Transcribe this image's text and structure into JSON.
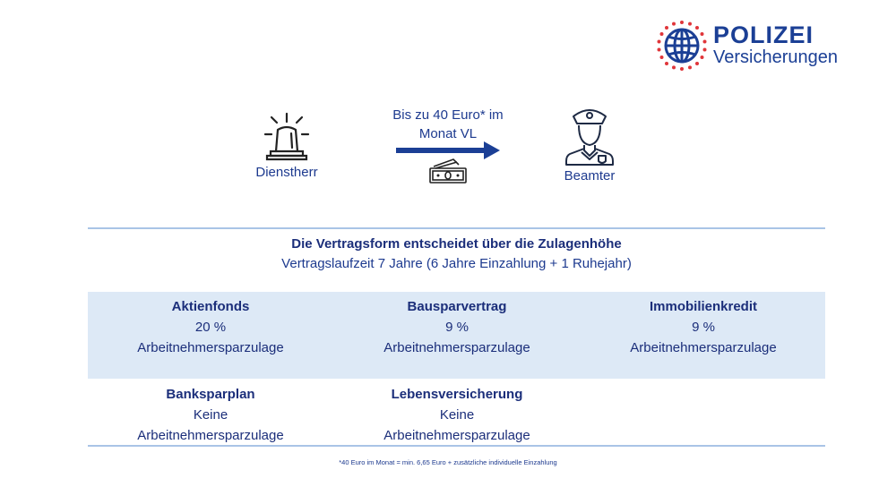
{
  "logo": {
    "title": "POLIZEI",
    "subtitle": "Versicherungen",
    "colors": {
      "primary": "#1b3f95",
      "dots": "#e0363a"
    }
  },
  "flow": {
    "source": {
      "label": "Dienstherr",
      "icon": "siren-light-icon"
    },
    "arrow_text_line1": "Bis zu 40 Euro* im",
    "arrow_text_line2": "Monat VL",
    "money_icon": "banknote-icon",
    "target": {
      "label": "Beamter",
      "icon": "police-officer-icon"
    }
  },
  "heading": {
    "title": "Die Vertragsform entscheidet über die Zulagenhöhe",
    "subtitle": "Vertragslaufzeit 7 Jahre (6 Jahre Einzahlung + 1 Ruhejahr)"
  },
  "contract_types": [
    {
      "name": "Aktienfonds",
      "value": "20 %",
      "desc": "Arbeitnehmersparzulage"
    },
    {
      "name": "Bausparvertrag",
      "value": "9 %",
      "desc": "Arbeitnehmersparzulage"
    },
    {
      "name": "Immobilienkredit",
      "value": "9 %",
      "desc": "Arbeitnehmersparzulage"
    },
    {
      "name": "Banksparplan",
      "value": "Keine",
      "desc": "Arbeitnehmersparzulage"
    },
    {
      "name": "Lebensversicherung",
      "value": "Keine",
      "desc": "Arbeitnehmersparzulage"
    }
  ],
  "footnote": "*40 Euro im Monat = min. 6,65 Euro + zusätzliche individuelle Einzahlung",
  "colors": {
    "text": "#1d3a8f",
    "band": "#dde9f6",
    "rule": "#a9c4e6",
    "arrow": "#1b3f95"
  }
}
